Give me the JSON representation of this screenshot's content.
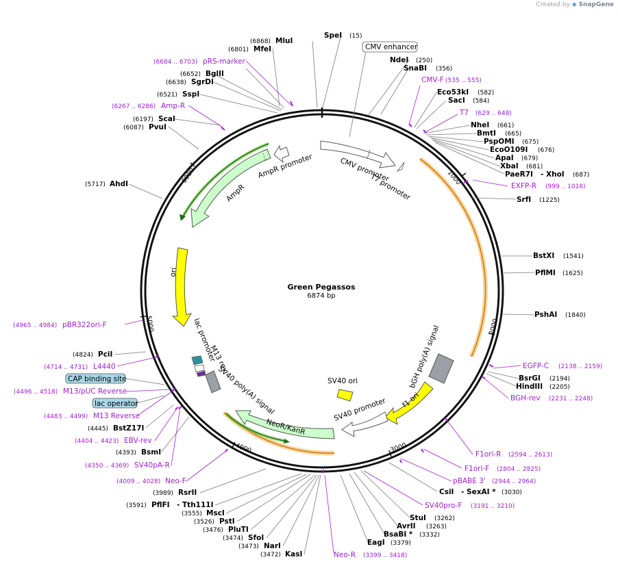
{
  "credit": {
    "prefix": "Created by",
    "brand": "SnapGene"
  },
  "plasmid": {
    "name": "Green Pegassos",
    "size_label": "6874 bp"
  },
  "colors": {
    "primer": "#a020d0",
    "ring": "#111111",
    "ori": "#ffff00",
    "cds": "#ccffcc",
    "promoter": "#ffffff",
    "polyA": "#9aa0a6",
    "orange_highlight": "#f7c36b"
  },
  "ticks": [
    "1000",
    "2000",
    "3000",
    "4000",
    "5000",
    "6000"
  ],
  "features": [
    {
      "name": "CMV enhancer",
      "kind": "boxed"
    },
    {
      "name": "CMV promoter",
      "kind": "promoter"
    },
    {
      "name": "T7 promoter",
      "kind": "promoter"
    },
    {
      "name": "bGH poly(A) signal",
      "kind": "polyA"
    },
    {
      "name": "f1 ori",
      "kind": "ori"
    },
    {
      "name": "SV40 promoter",
      "kind": "promoter"
    },
    {
      "name": "SV40 ori",
      "kind": "ori"
    },
    {
      "name": "NeoR/KanR",
      "kind": "cds"
    },
    {
      "name": "SV40 poly(A) signal",
      "kind": "polyA"
    },
    {
      "name": "M13 rev",
      "kind": "primer-site"
    },
    {
      "name": "lac promoter",
      "kind": "promoter"
    },
    {
      "name": "ori",
      "kind": "ori"
    },
    {
      "name": "AmpR",
      "kind": "cds"
    },
    {
      "name": "AmpR promoter",
      "kind": "promoter"
    },
    {
      "name": "CAP binding site",
      "kind": "boxed"
    },
    {
      "name": "lac operator",
      "kind": "boxed"
    }
  ],
  "sites": [
    {
      "name": "SpeI",
      "pos": "(15)"
    },
    {
      "name": "NdeI",
      "pos": "(250)"
    },
    {
      "name": "SnaBI",
      "pos": "(356)"
    },
    {
      "name": "Eco53kI",
      "pos": "(582)"
    },
    {
      "name": "SacI",
      "pos": "(584)"
    },
    {
      "name": "NheI",
      "pos": "(661)"
    },
    {
      "name": "BmtI",
      "pos": "(665)"
    },
    {
      "name": "PspOMI",
      "pos": "(675)"
    },
    {
      "name": "EcoO109I",
      "pos": "(676)"
    },
    {
      "name": "ApaI",
      "pos": "(679)"
    },
    {
      "name": "XbaI",
      "pos": "(681)"
    },
    {
      "name": "PaeR7I",
      "pos": ""
    },
    {
      "name": "- XhoI",
      "pos": "(687)"
    },
    {
      "name": "SrfI",
      "pos": "(1225)"
    },
    {
      "name": "BstXI",
      "pos": "(1541)"
    },
    {
      "name": "PflMI",
      "pos": "(1625)"
    },
    {
      "name": "PshAI",
      "pos": "(1840)"
    },
    {
      "name": "BsrGI",
      "pos": "(2194)"
    },
    {
      "name": "HindIII",
      "pos": "(2205)"
    },
    {
      "name": "CsiI",
      "pos": ""
    },
    {
      "name": "- SexAI *",
      "pos": "(3030)"
    },
    {
      "name": "StuI",
      "pos": "(3262)"
    },
    {
      "name": "AvrII",
      "pos": "(3263)"
    },
    {
      "name": "BsaBI *",
      "pos": "(3332)"
    },
    {
      "name": "EagI",
      "pos": "(3379)"
    },
    {
      "name": "KasI",
      "pos": "(3472)"
    },
    {
      "name": "NarI",
      "pos": "(3473)"
    },
    {
      "name": "SfoI",
      "pos": "(3474)"
    },
    {
      "name": "PluTI",
      "pos": "(3476)"
    },
    {
      "name": "PstI",
      "pos": "(3526)"
    },
    {
      "name": "MscI",
      "pos": "(3555)"
    },
    {
      "name": "PflFI",
      "pos": "(3591)"
    },
    {
      "name": "- Tth111I",
      "pos": ""
    },
    {
      "name": "RsrII",
      "pos": "(3989)"
    },
    {
      "name": "BsmI",
      "pos": "(4393)"
    },
    {
      "name": "BstZ17I",
      "pos": "(4445)"
    },
    {
      "name": "PciI",
      "pos": "(4824)"
    },
    {
      "name": "AhdI",
      "pos": "(5717)"
    },
    {
      "name": "PvuI",
      "pos": "(6087)"
    },
    {
      "name": "ScaI",
      "pos": "(6197)"
    },
    {
      "name": "SspI",
      "pos": "(6521)"
    },
    {
      "name": "SgrDI",
      "pos": "(6638)"
    },
    {
      "name": "BglII",
      "pos": "(6652)"
    },
    {
      "name": "MfeI",
      "pos": "(6801)"
    },
    {
      "name": "MluI",
      "pos": "(6868)"
    }
  ],
  "primers": [
    {
      "name": "CMV-F",
      "range": "(535 .. 555)"
    },
    {
      "name": "T7",
      "range": "(629 .. 648)"
    },
    {
      "name": "EXFP-R",
      "range": "(999 .. 1018)"
    },
    {
      "name": "EGFP-C",
      "range": "(2138 .. 2159)"
    },
    {
      "name": "BGH-rev",
      "range": "(2231 .. 2248)"
    },
    {
      "name": "F1ori-R",
      "range": "(2594 .. 2613)"
    },
    {
      "name": "F1ori-F",
      "range": "(2804 .. 2825)"
    },
    {
      "name": "pBABE 3'",
      "range": "(2944 .. 2964)"
    },
    {
      "name": "SV40pro-F",
      "range": "(3191 .. 3210)"
    },
    {
      "name": "Neo-R",
      "range": "(3399 .. 3418)"
    },
    {
      "name": "Neo-F",
      "range": "(4009 .. 4028)"
    },
    {
      "name": "SV40pA-R",
      "range": "(4350 .. 4369)"
    },
    {
      "name": "EBV-rev",
      "range": "(4404 .. 4423)"
    },
    {
      "name": "M13 Reverse",
      "range": "(4483 .. 4499)"
    },
    {
      "name": "M13/pUC Reverse",
      "range": "(4496 .. 4518)"
    },
    {
      "name": "L4440",
      "range": "(4714 .. 4731)"
    },
    {
      "name": "pBR322ori-F",
      "range": "(4965 .. 4984)"
    },
    {
      "name": "Amp-R",
      "range": "(6267 .. 6286)"
    },
    {
      "name": "pRS-marker",
      "range": "(6684 .. 6703)"
    }
  ]
}
